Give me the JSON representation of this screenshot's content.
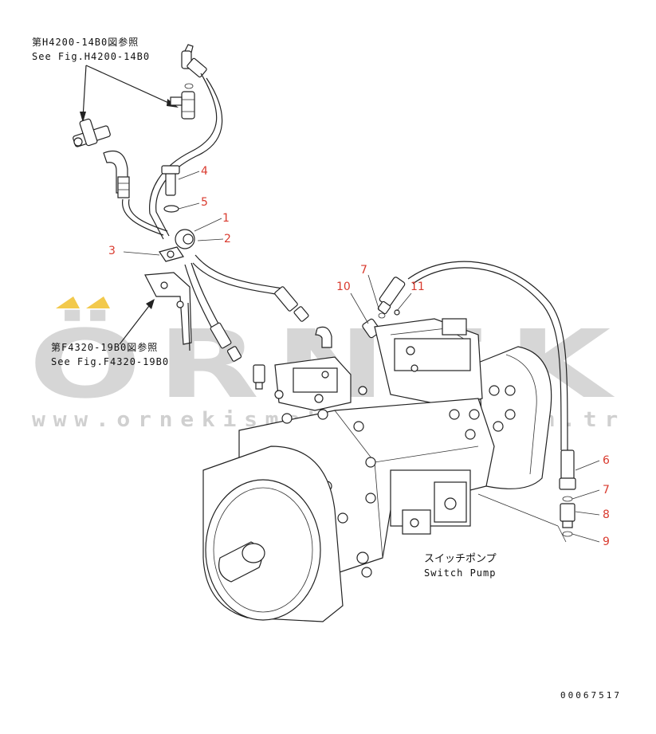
{
  "references": {
    "fig_h4200": {
      "jp": "第H4200-14B0図参照",
      "en": "See Fig.H4200-14B0"
    },
    "fig_f4320": {
      "jp": "第F4320-19B0図参照",
      "en": "See Fig.F4320-19B0"
    }
  },
  "callouts": [
    "1",
    "2",
    "3",
    "4",
    "5",
    "6",
    "7",
    "7",
    "8",
    "9",
    "10",
    "11"
  ],
  "switch_pump": {
    "jp": "スイッチポンプ",
    "en": "Switch Pump"
  },
  "watermark": {
    "brand": "ÖRNEK",
    "url": "www.ornekismakineleri.com.tr"
  },
  "doc_number": "00067517",
  "colors": {
    "callout": "#d93a2e",
    "line": "#222222",
    "watermark": "#d6d6d6",
    "accent": "#f2c94c"
  }
}
